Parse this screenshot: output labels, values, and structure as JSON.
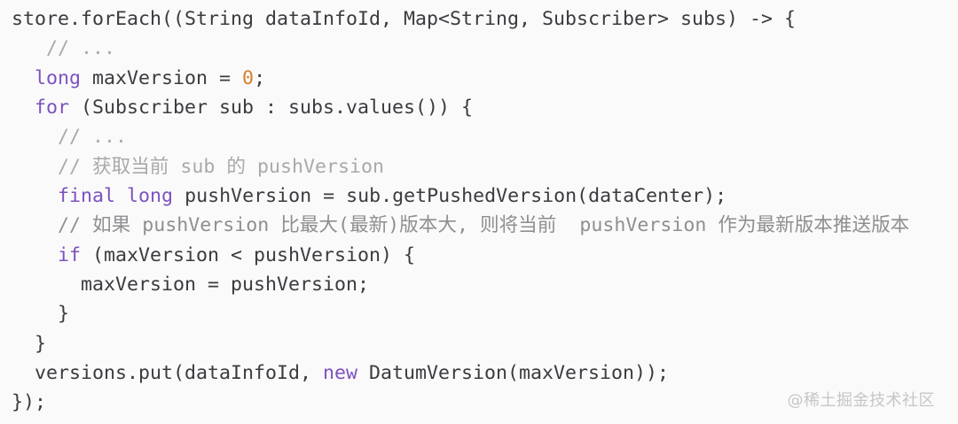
{
  "colors": {
    "background": "#fafafa",
    "code": "#3b3b40",
    "keyword": "#7d52bf",
    "number": "#d6802d",
    "comment": "#a9a9ab",
    "comment2": "#8f8f92",
    "watermark": "#c6c6c6"
  },
  "watermark": {
    "text": "@稀土掘金技术社区"
  },
  "code": {
    "language": "java",
    "lines": [
      {
        "tokens": [
          {
            "type": "code",
            "text": "store.forEach((String dataInfoId, Map<String, Subscriber> subs) -> {"
          }
        ]
      },
      {
        "tokens": [
          {
            "type": "comment",
            "text": "   // ..."
          }
        ]
      },
      {
        "tokens": [
          {
            "type": "code",
            "text": "  "
          },
          {
            "type": "keyword",
            "text": "long"
          },
          {
            "type": "code",
            "text": " maxVersion = "
          },
          {
            "type": "number",
            "text": "0"
          },
          {
            "type": "code",
            "text": ";"
          }
        ]
      },
      {
        "tokens": [
          {
            "type": "code",
            "text": "  "
          },
          {
            "type": "keyword",
            "text": "for"
          },
          {
            "type": "code",
            "text": " (Subscriber sub : subs.values()) {"
          }
        ]
      },
      {
        "tokens": [
          {
            "type": "comment",
            "text": "    // ..."
          }
        ]
      },
      {
        "tokens": [
          {
            "type": "comment",
            "text": "    // 获取当前 sub 的 pushVersion"
          }
        ]
      },
      {
        "tokens": [
          {
            "type": "code",
            "text": "    "
          },
          {
            "type": "keyword",
            "text": "final"
          },
          {
            "type": "code",
            "text": " "
          },
          {
            "type": "keyword",
            "text": "long"
          },
          {
            "type": "code",
            "text": " pushVersion = sub.getPushedVersion(dataCenter);"
          }
        ]
      },
      {
        "tokens": [
          {
            "type": "comment2",
            "text": "    // 如果 pushVersion 比最大(最新)版本大, 则将当前  pushVersion 作为最新版本推送版本"
          }
        ]
      },
      {
        "tokens": [
          {
            "type": "code",
            "text": "    "
          },
          {
            "type": "keyword",
            "text": "if"
          },
          {
            "type": "code",
            "text": " (maxVersion < pushVersion) {"
          }
        ]
      },
      {
        "tokens": [
          {
            "type": "code",
            "text": "      maxVersion = pushVersion;"
          }
        ]
      },
      {
        "tokens": [
          {
            "type": "code",
            "text": "    }"
          }
        ]
      },
      {
        "tokens": [
          {
            "type": "code",
            "text": "  }"
          }
        ]
      },
      {
        "tokens": [
          {
            "type": "code",
            "text": "  versions.put(dataInfoId, "
          },
          {
            "type": "keyword",
            "text": "new"
          },
          {
            "type": "code",
            "text": " DatumVersion(maxVersion));"
          }
        ]
      },
      {
        "tokens": [
          {
            "type": "code",
            "text": "});"
          }
        ]
      }
    ]
  }
}
